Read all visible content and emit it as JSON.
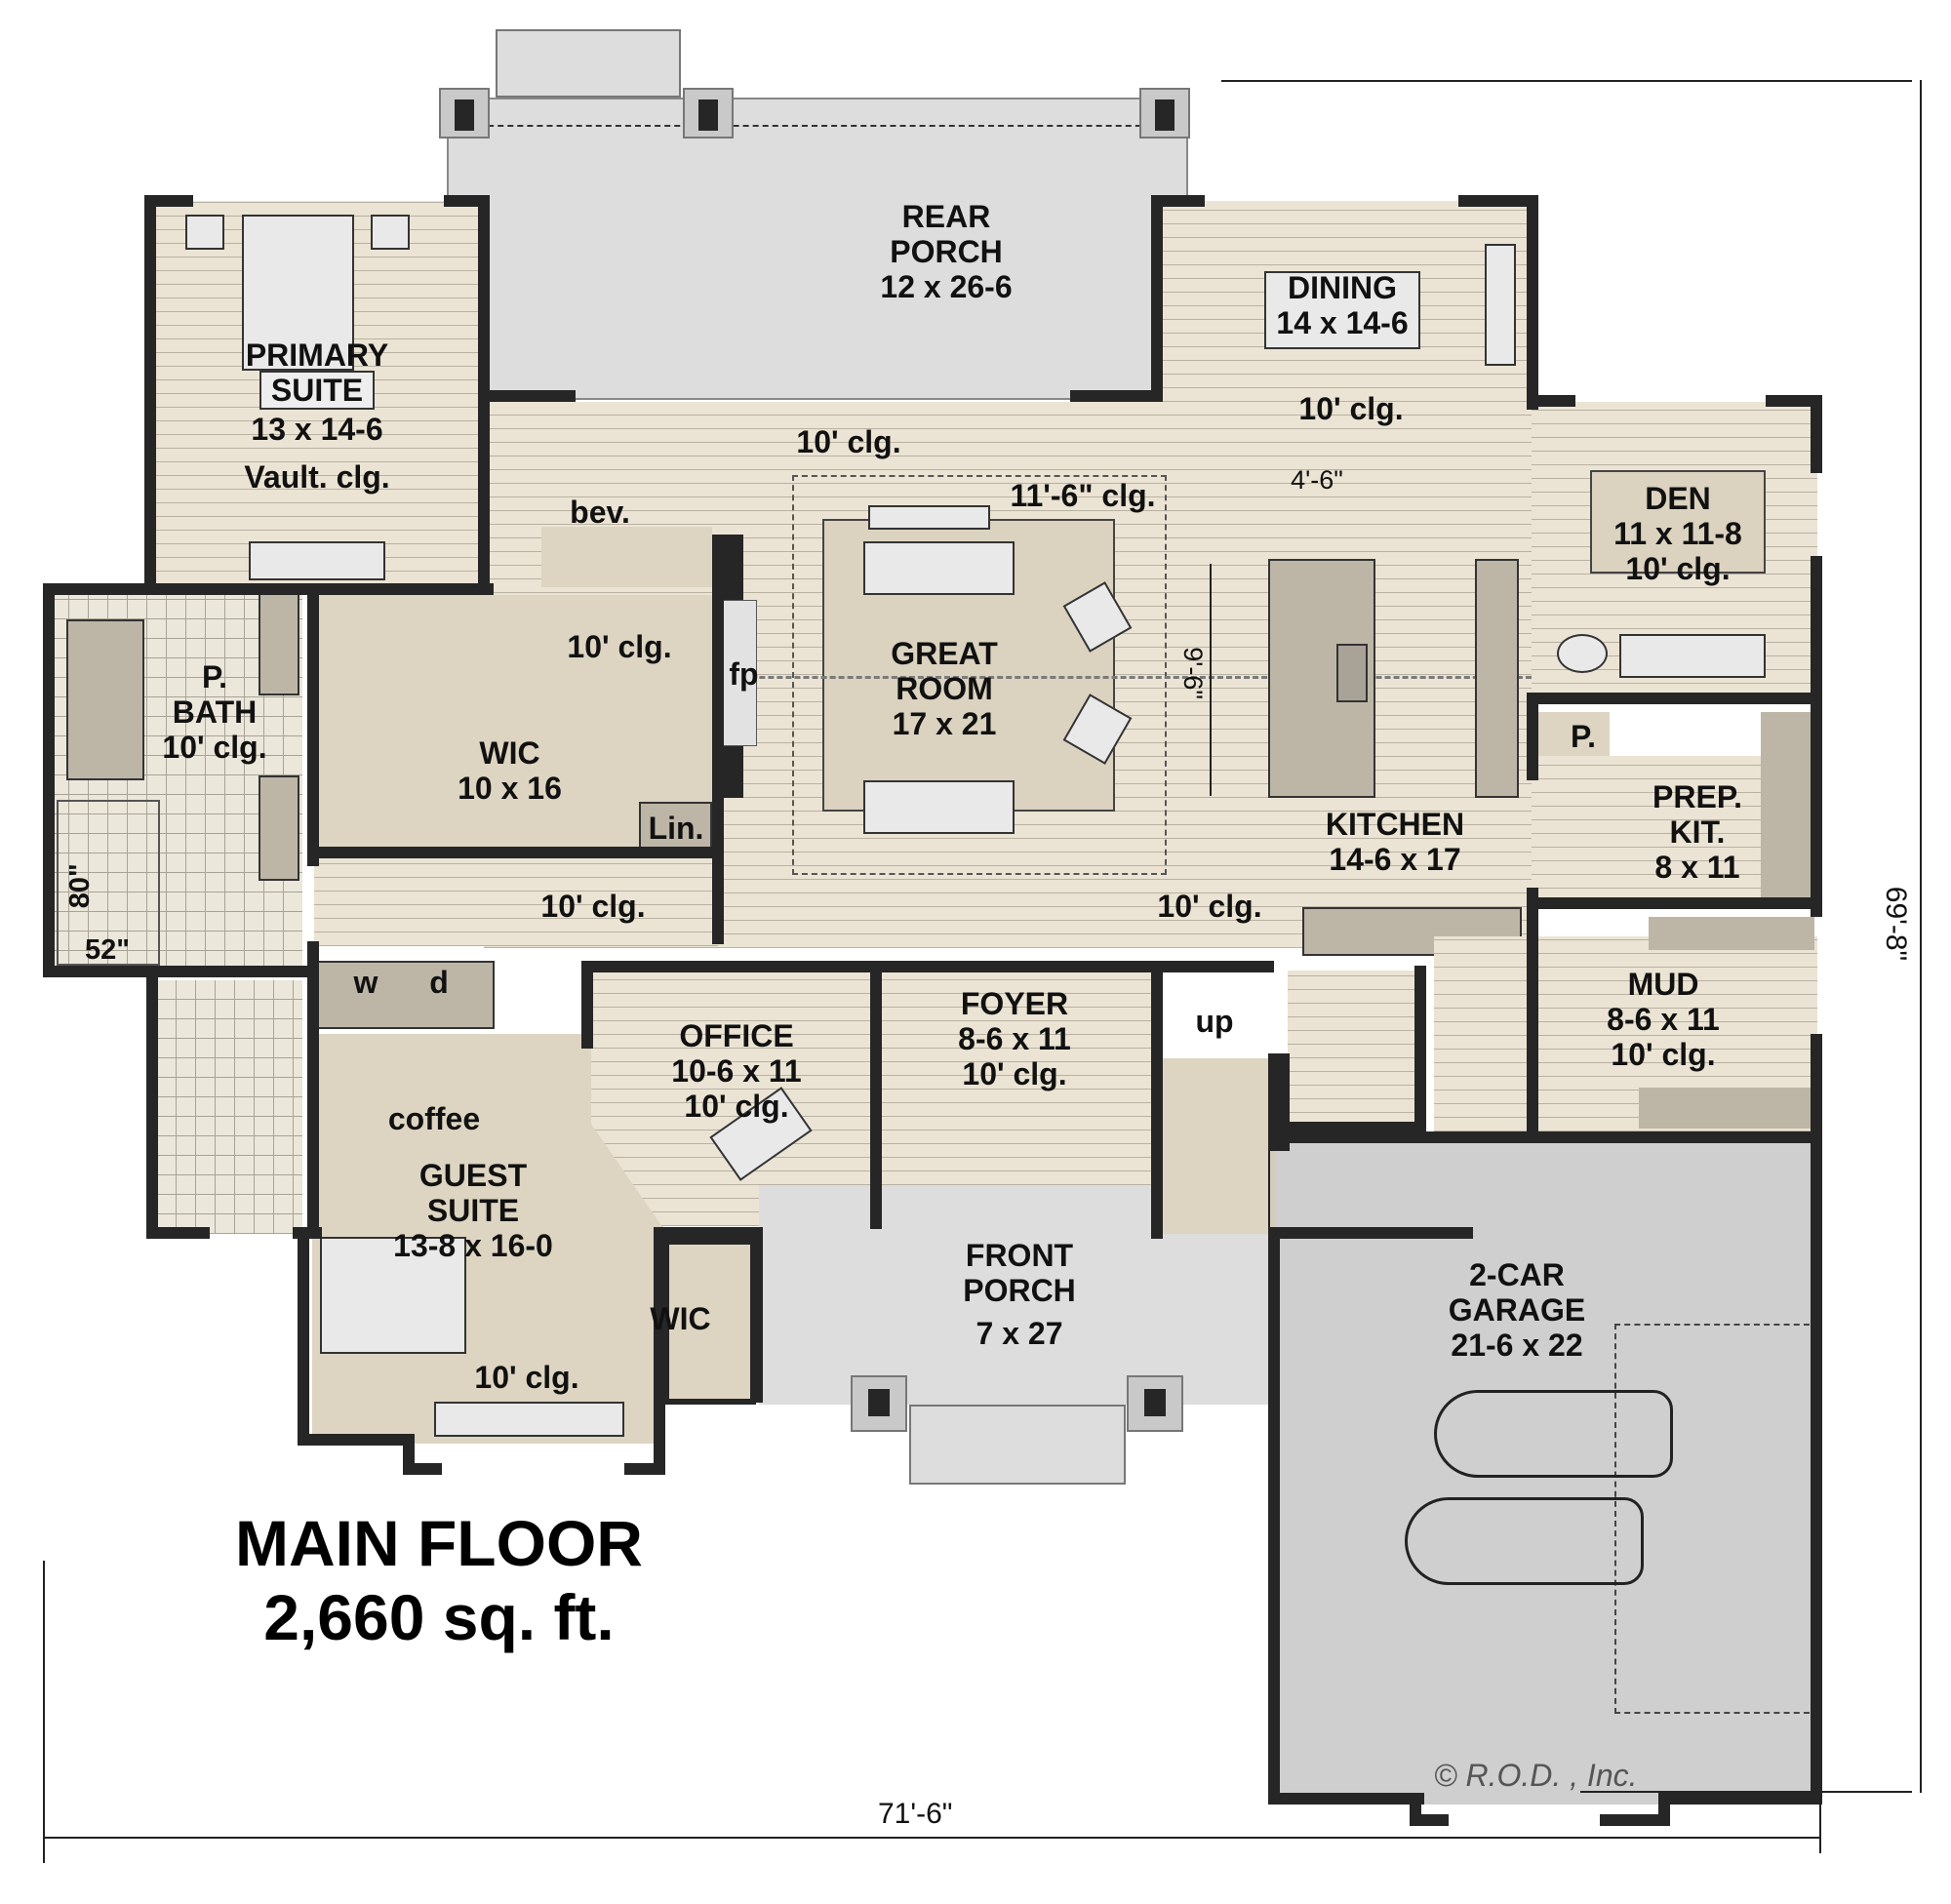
{
  "plan": {
    "title": "MAIN FLOOR",
    "area": "2,660 sq. ft.",
    "copyright": "© R.O.D. , Inc.",
    "overall_width": "71'-6\"",
    "overall_depth": "69'-8\""
  },
  "rooms": {
    "primary_suite": {
      "name_line1": "PRIMARY",
      "name_line2": "SUITE",
      "size": "13 x 14-6",
      "ceiling": "Vault. clg."
    },
    "rear_porch": {
      "name_line1": "REAR",
      "name_line2": "PORCH",
      "size": "12 x 26-6"
    },
    "dining": {
      "name": "DINING",
      "size": "14 x 14-6",
      "ceiling": "10' clg."
    },
    "den": {
      "name": "DEN",
      "size": "11 x 11-8",
      "ceiling": "10' clg."
    },
    "hall_ceiling": "10' clg.",
    "bev": "bev.",
    "great_room": {
      "name_line1": "GREAT",
      "name_line2": "ROOM",
      "size": "17 x 21",
      "ceiling": "11'-6\" clg.",
      "fireplace": "fp"
    },
    "kitchen": {
      "name": "KITCHEN",
      "size": "14-6 x 17",
      "ceiling": "10' clg.",
      "island_gap": "4'-6\"",
      "island_length": "9'-6\""
    },
    "p_bath": {
      "name_line1": "P.",
      "name_line2": "BATH",
      "ceiling": "10' clg.",
      "shower_w": "52\"",
      "shower_h": "80\""
    },
    "wic_primary": {
      "name": "WIC",
      "size": "10 x 16",
      "ceiling": "10' clg."
    },
    "linen": "Lin.",
    "laundry_hall_ceiling": "10' clg.",
    "washer": "w",
    "dryer": "d",
    "pantry": "P.",
    "prep_kitchen": {
      "name_line1": "PREP.",
      "name_line2": "KIT.",
      "size": "8 x 11"
    },
    "mud": {
      "name": "MUD",
      "size": "8-6 x 11",
      "ceiling": "10' clg."
    },
    "office": {
      "name": "OFFICE",
      "size": "10-6 x 11",
      "ceiling": "10' clg."
    },
    "foyer": {
      "name": "FOYER",
      "size": "8-6 x 11",
      "ceiling": "10' clg."
    },
    "stairs": "up",
    "front_porch": {
      "name_line1": "FRONT",
      "name_line2": "PORCH",
      "size": "7 x 27"
    },
    "guest_suite": {
      "name_line1": "GUEST",
      "name_line2": "SUITE",
      "size": "13-8 x 16-0",
      "ceiling": "10' clg.",
      "coffee": "coffee"
    },
    "wic_guest": {
      "name": "WIC"
    },
    "garage": {
      "name_line1": "2-CAR",
      "name_line2": "GARAGE",
      "size": "21-6 x 22"
    }
  },
  "colors": {
    "wall": "#262626",
    "floor": "#ebe4d4",
    "porch": "#dddddd",
    "garage": "#cfcfcf",
    "cabinet": "#bdb6a7"
  }
}
